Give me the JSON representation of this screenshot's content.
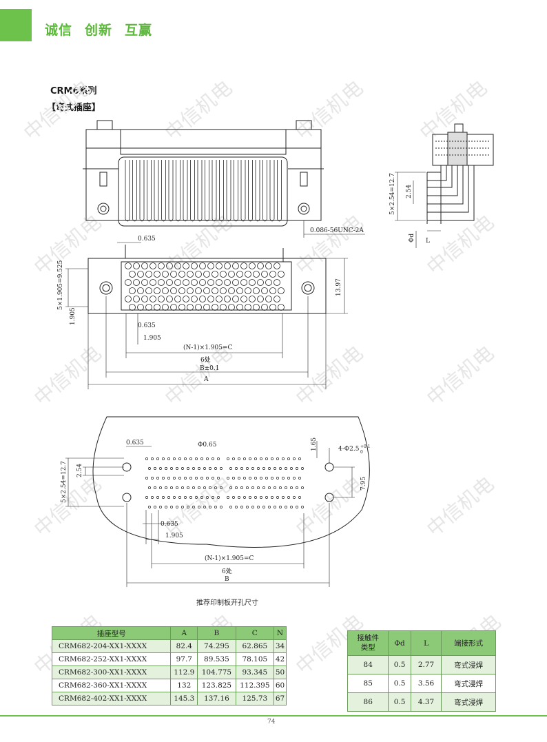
{
  "header": {
    "slogan_1": "诚信",
    "slogan_2": "创新",
    "slogan_3": "互赢",
    "accent": "#6cc24a"
  },
  "section": {
    "series": "CRM6系列",
    "subtitle": "【弯式插座】"
  },
  "watermark": "中信机电",
  "drawing_labels": {
    "thread": "0.086-56UNC-2A",
    "pitch_0635_top": "0.635",
    "side_5x254": "5×2.54=12.7",
    "side_254": "2.54",
    "side_phid": "Φd",
    "side_L": "L",
    "left_5x1905": "5×1.905=9.525",
    "left_1905": "1.905",
    "height_1397": "13.97",
    "bottom_0635": "0.635",
    "bottom_1905": "1.905",
    "bottom_nc": "(N-1)×1.905=C",
    "bottom_6": "6处",
    "bottom_B": "B±0.1",
    "bottom_A": "A",
    "pcb_0635": "0.635",
    "pcb_phi065": "Φ0.65",
    "pcb_165": "1.65",
    "pcb_hole": "4-Φ2.5",
    "pcb_hole_tol_upper": "+0.1",
    "pcb_hole_tol_lower": "0",
    "pcb_5x254": "5×2.54=12.7",
    "pcb_254": "2.54",
    "pcb_795": "7.95",
    "pcb_0635_b": "0.635",
    "pcb_1905": "1.905",
    "pcb_nc": "(N-1)×1.905=C",
    "pcb_6": "6处",
    "pcb_B": "B"
  },
  "caption": "推荐印制板开孔尺寸",
  "table_models": {
    "headers": [
      "插座型号",
      "A",
      "B",
      "C",
      "N"
    ],
    "rows": [
      [
        "CRM682-204-XX1-XXXX",
        "82.4",
        "74.295",
        "62.865",
        "34"
      ],
      [
        "CRM682-252-XX1-XXXX",
        "97.7",
        "89.535",
        "78.105",
        "42"
      ],
      [
        "CRM682-300-XX1-XXXX",
        "112.9",
        "104.775",
        "93.345",
        "50"
      ],
      [
        "CRM682-360-XX1-XXXX",
        "132",
        "123.825",
        "112.395",
        "60"
      ],
      [
        "CRM682-402-XX1-XXXX",
        "145.3",
        "137.16",
        "125.73",
        "67"
      ]
    ]
  },
  "table_contacts": {
    "headers": [
      "接触件\n类型",
      "Φd",
      "L",
      "端接形式"
    ],
    "rows": [
      [
        "84",
        "0.5",
        "2.77",
        "弯式浸焊"
      ],
      [
        "85",
        "0.5",
        "3.56",
        "弯式浸焊"
      ],
      [
        "86",
        "0.5",
        "4.37",
        "弯式浸焊"
      ]
    ]
  },
  "page_number": "74"
}
